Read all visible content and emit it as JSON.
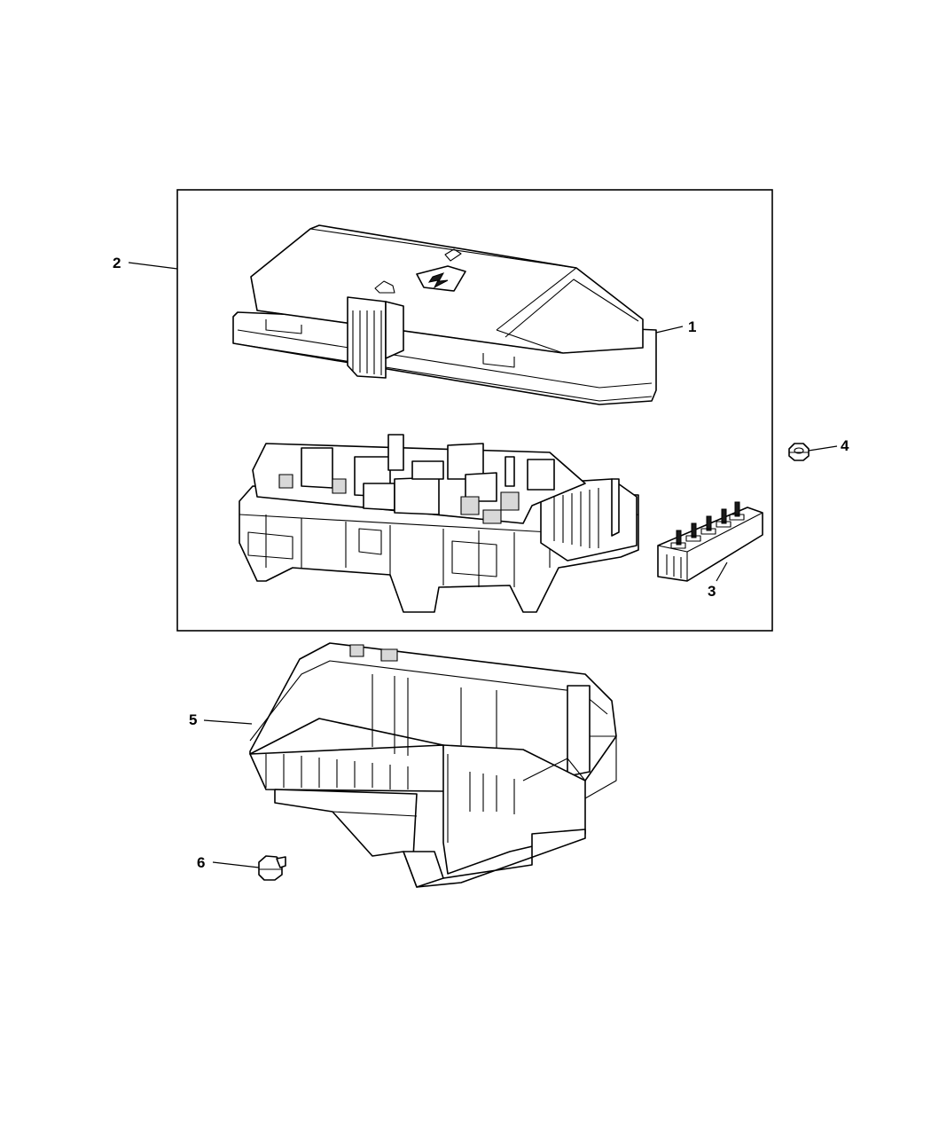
{
  "callouts": [
    {
      "id": "1",
      "label": "1"
    },
    {
      "id": "2",
      "label": "2"
    },
    {
      "id": "3",
      "label": "3"
    },
    {
      "id": "4",
      "label": "4"
    },
    {
      "id": "5",
      "label": "5"
    },
    {
      "id": "6",
      "label": "6"
    }
  ],
  "parts": {
    "cover": "1",
    "assembly_group": "2",
    "terminal_block": "3",
    "nut": "4",
    "lower_tray": "5",
    "screw": "6"
  }
}
